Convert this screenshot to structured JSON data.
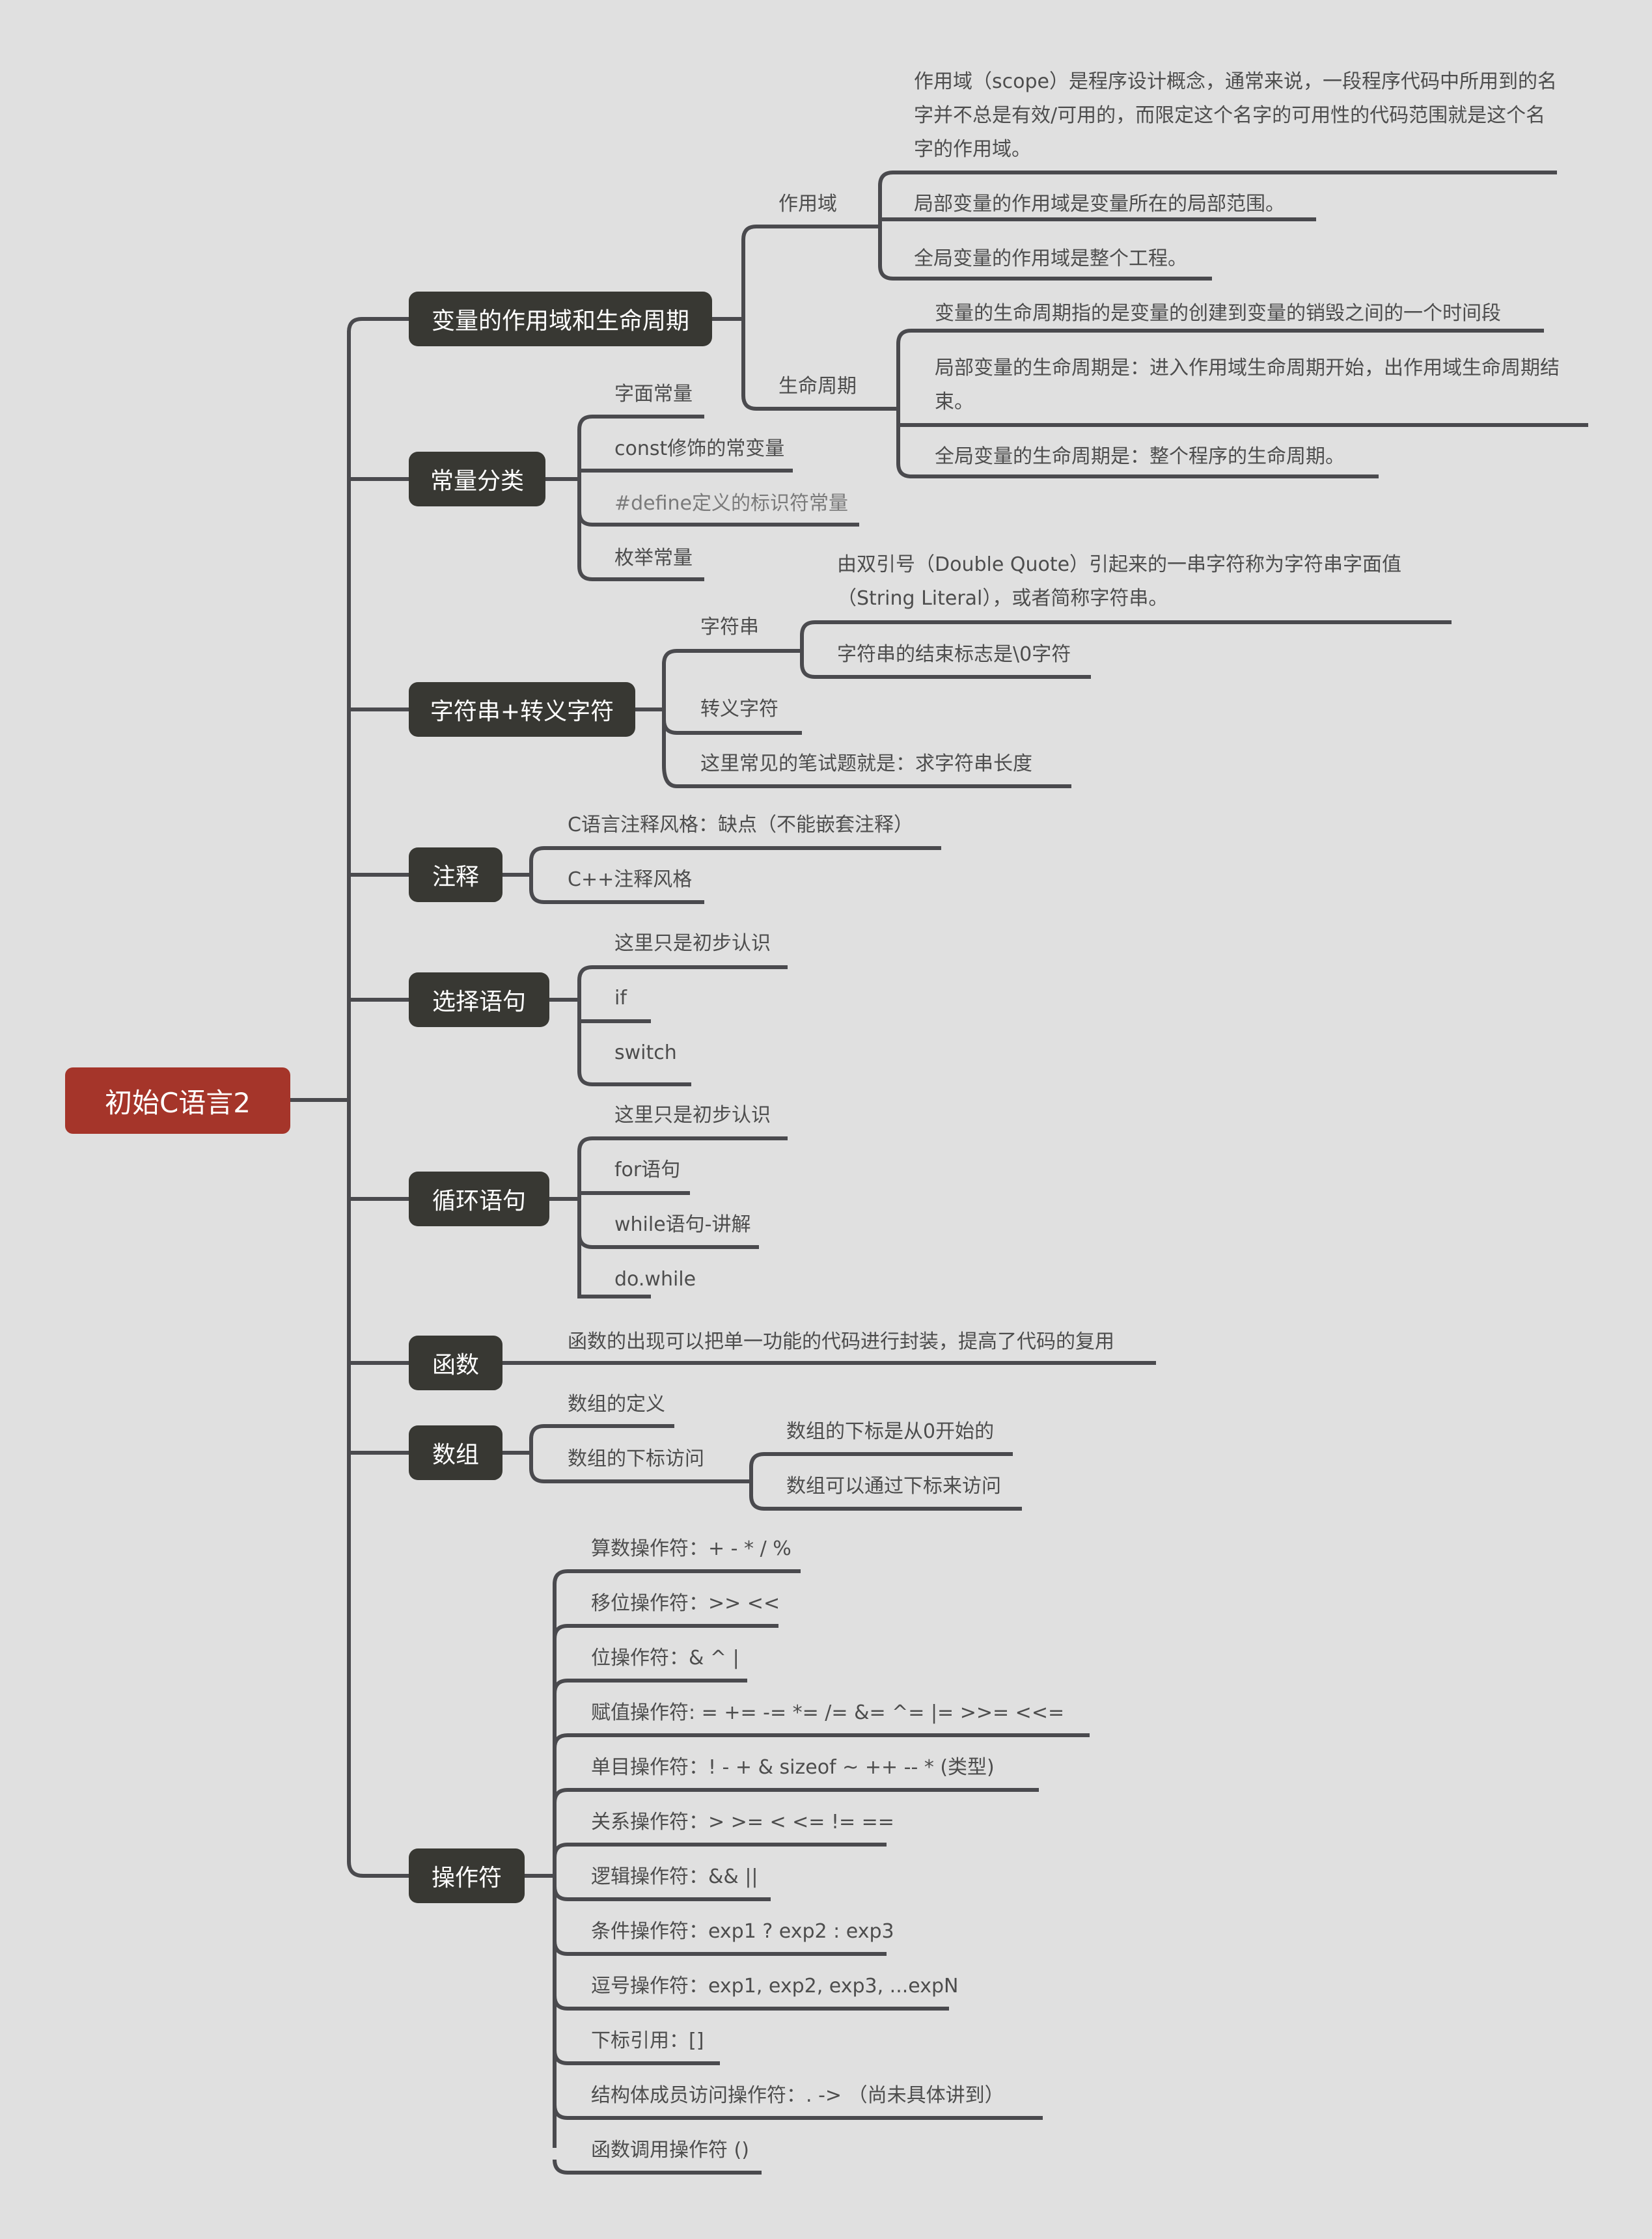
{
  "colors": {
    "background": "#e0e0e0",
    "root_fill": "#a5352a",
    "topic_fill": "#383833",
    "line": "#4a4a4e",
    "leaf_text": "#4d4d4d"
  },
  "root": {
    "label": "初始C语言2"
  },
  "topics": [
    {
      "label": "变量的作用域和生命周期",
      "children": [
        {
          "label": "作用域",
          "children": [
            "作用域（scope）是程序设计概念，通常来说，一段程序代码中所用到的名字并不总是有效/可用的，而限定这个名字的可用性的代码范围就是这个名字的作用域。",
            "局部变量的作用域是变量所在的局部范围。",
            "全局变量的作用域是整个工程。"
          ]
        },
        {
          "label": "生命周期",
          "children": [
            "变量的生命周期指的是变量的创建到变量的销毁之间的一个时间段",
            "局部变量的生命周期是：进入作用域生命周期开始，出作用域生命周期结束。",
            "全局变量的生命周期是：整个程序的生命周期。"
          ]
        }
      ]
    },
    {
      "label": "常量分类",
      "children": [
        "字面常量",
        "const修饰的常变量",
        "#define定义的标识符常量",
        "枚举常量"
      ]
    },
    {
      "label": "字符串+转义字符",
      "children": [
        {
          "label": "字符串",
          "children": [
            "由双引号（Double Quote）引起来的一串字符称为字符串字面值（String Literal），或者简称字符串。",
            "字符串的结束标志是\\0字符"
          ]
        },
        {
          "label": "转义字符"
        },
        {
          "label": "这里常见的笔试题就是：求字符串长度"
        }
      ]
    },
    {
      "label": "注释",
      "children": [
        "C语言注释风格：缺点（不能嵌套注释）",
        "C++注释风格"
      ]
    },
    {
      "label": "选择语句",
      "children": [
        "这里只是初步认识",
        "if",
        "switch"
      ]
    },
    {
      "label": "循环语句",
      "children": [
        "这里只是初步认识",
        "for语句",
        "while语句-讲解",
        "do.while"
      ]
    },
    {
      "label": "函数",
      "children": [
        "函数的出现可以把单一功能的代码进行封装，提高了代码的复用"
      ]
    },
    {
      "label": "数组",
      "children": [
        {
          "label": "数组的定义"
        },
        {
          "label": "数组的下标访问",
          "children": [
            "数组的下标是从0开始的",
            "数组可以通过下标来访问"
          ]
        }
      ]
    },
    {
      "label": "操作符",
      "children": [
        "算数操作符：+ - * / %",
        "移位操作符：>> <<",
        "位操作符：& ^ |",
        "赋值操作符: =  +=  -=  *=  /=  &=  ^=  |=  >>=  <<=",
        "单目操作符：!  -  +  & sizeof  ~  ++  --  *  (类型)",
        "关系操作符：> >= < <= != ==",
        "逻辑操作符：&& ||",
        "条件操作符：exp1 ? exp2 : exp3",
        "逗号操作符：exp1, exp2, exp3, ...expN",
        "下标引用：[]",
        "结构体成员访问操作符：.  ->  （尚未具体讲到）",
        "函数调用操作符 ()"
      ]
    }
  ]
}
